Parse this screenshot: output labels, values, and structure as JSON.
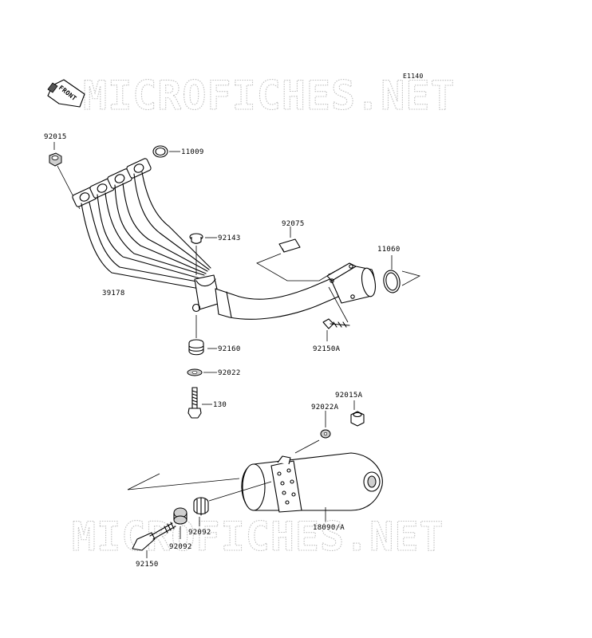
{
  "diagram": {
    "code": "E1140",
    "front_label": "FRONT",
    "watermark_top": "MICROFICHES.NET",
    "watermark_bottom": "MICROFICHES.NET"
  },
  "parts": [
    {
      "id": "p92015",
      "label": "92015"
    },
    {
      "id": "p11009",
      "label": "11009"
    },
    {
      "id": "p39178",
      "label": "39178"
    },
    {
      "id": "p92143",
      "label": "92143"
    },
    {
      "id": "p92075",
      "label": "92075"
    },
    {
      "id": "p11060",
      "label": "11060"
    },
    {
      "id": "p92150A",
      "label": "92150A"
    },
    {
      "id": "p92160",
      "label": "92160"
    },
    {
      "id": "p92022",
      "label": "92022"
    },
    {
      "id": "p130",
      "label": "130"
    },
    {
      "id": "p92015A",
      "label": "92015A"
    },
    {
      "id": "p92022A",
      "label": "92022A"
    },
    {
      "id": "p18090A",
      "label": "18090/A"
    },
    {
      "id": "p92092a",
      "label": "92092"
    },
    {
      "id": "p92092b",
      "label": "92092"
    },
    {
      "id": "p92150",
      "label": "92150"
    }
  ]
}
